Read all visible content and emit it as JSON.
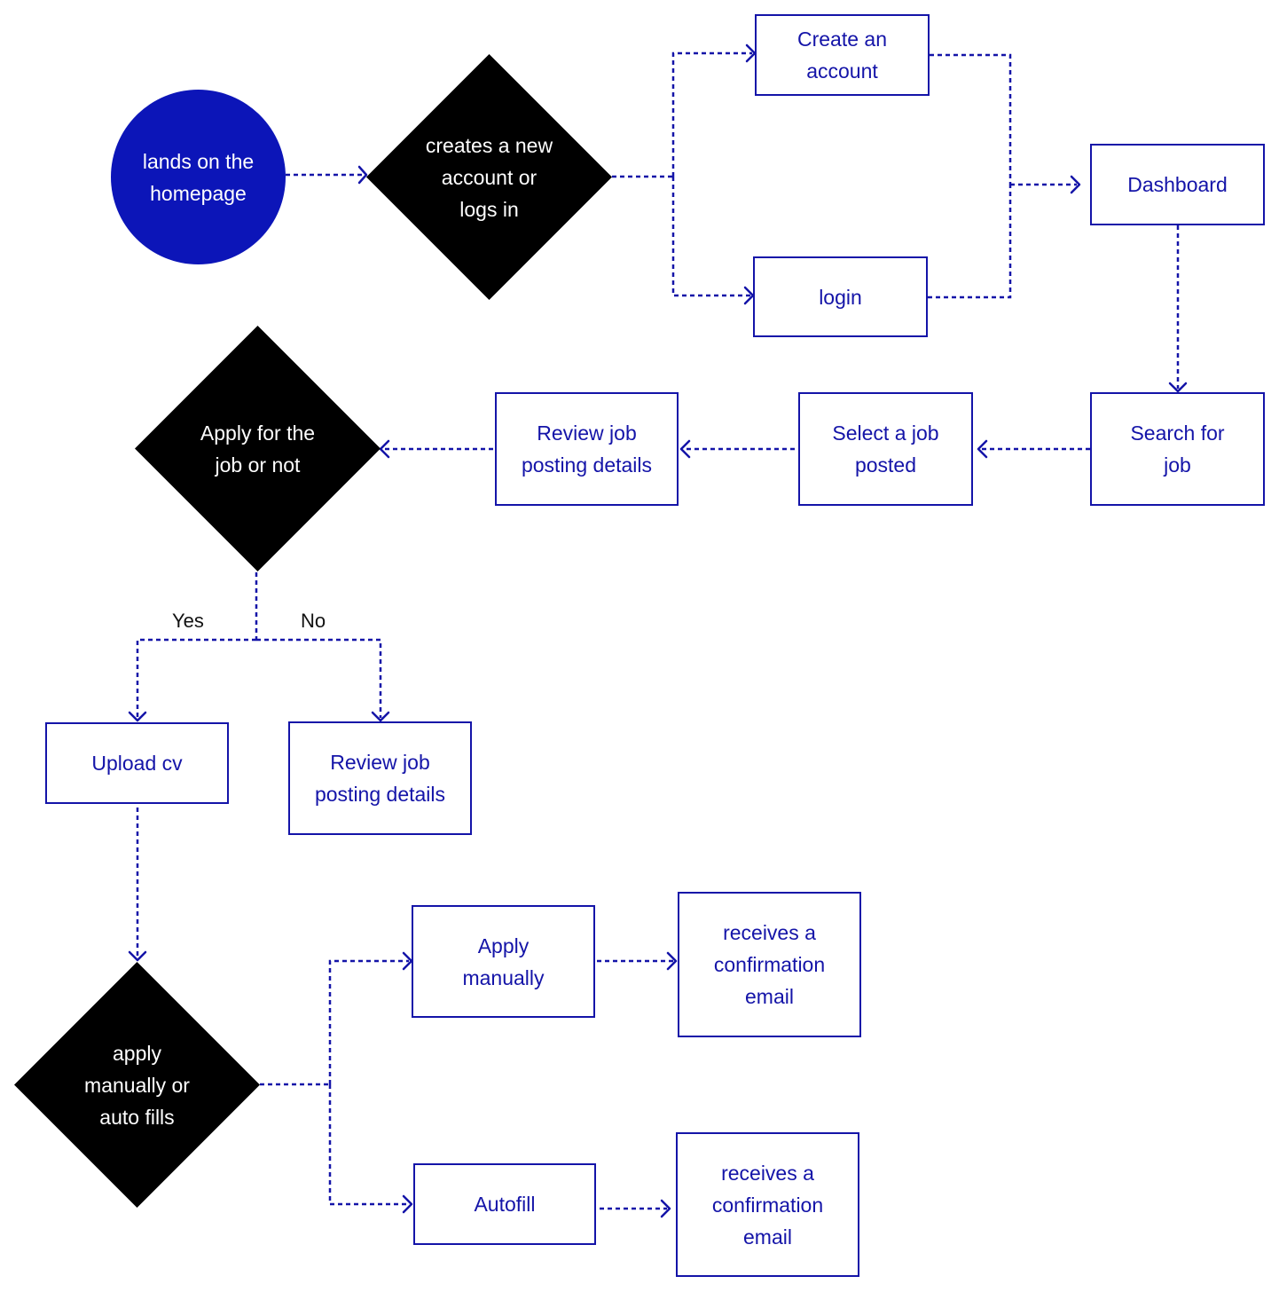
{
  "colors": {
    "accent": "#1414a8",
    "start_fill": "#0c15b8",
    "decision_fill": "#000000",
    "text_on_dark": "#ffffff",
    "label_text": "#111111"
  },
  "nodes": {
    "start": "lands on the\nhomepage",
    "decision_account": "creates a new\naccount or\nlogs in",
    "create_account": "Create an\naccount",
    "login": "login",
    "dashboard": "Dashboard",
    "search_job": "Search for\njob",
    "select_job": "Select a job\nposted",
    "review_details": "Review job\nposting details",
    "decision_apply": "Apply for the\njob or not",
    "upload_cv": "Upload cv",
    "review_details_no": "Review job\nposting details",
    "decision_method": "apply\nmanually or\nauto fills",
    "apply_manually": "Apply\nmanually",
    "autofill": "Autofill",
    "confirm_manual": "receives a\nconfirmation\nemail",
    "confirm_autofill": "receives a\nconfirmation\nemail"
  },
  "edge_labels": {
    "yes": "Yes",
    "no": "No"
  }
}
